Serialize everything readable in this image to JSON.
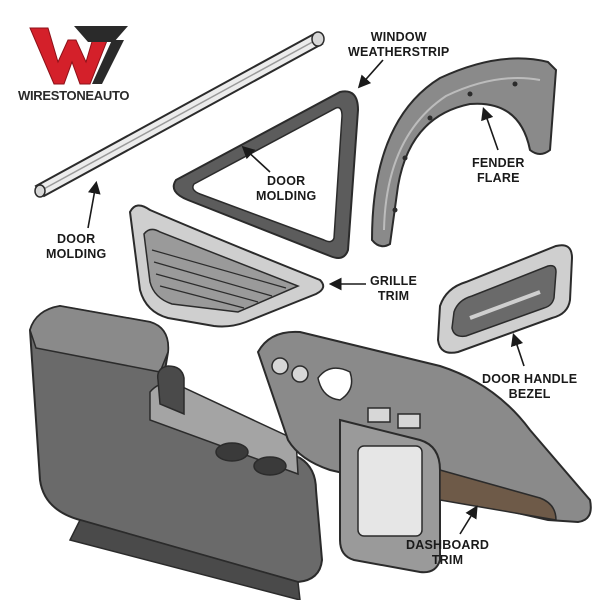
{
  "brand": {
    "name": "WIRESTONEAUTO",
    "logo_color": "#d4202a"
  },
  "labels": {
    "window_weatherstrip": [
      "WINDOW",
      "WEATHERSTRIP"
    ],
    "fender_flare": [
      "FENDER",
      "FLARE"
    ],
    "door_molding_center": [
      "DOOR",
      "MOLDING"
    ],
    "door_molding_left": [
      "DOOR",
      "MOLDING"
    ],
    "grille_trim": [
      "GRILLE",
      "TRIM"
    ],
    "door_handle_bezel": [
      "DOOR HANDLE",
      "BEZEL"
    ],
    "dashboard_trim": [
      "DASHBOARD",
      "TRIM"
    ]
  },
  "icons": [
    "logo-w-icon",
    "door-molding-strip",
    "weatherstrip-loop",
    "fender-flare",
    "grille-trim",
    "door-handle-bezel",
    "center-console",
    "dashboard"
  ],
  "colors": {
    "line": "#2b2b2b",
    "part_fill": "#d7d7d7",
    "part_dark": "#5a5a5a",
    "part_mid": "#8c8c8c"
  }
}
